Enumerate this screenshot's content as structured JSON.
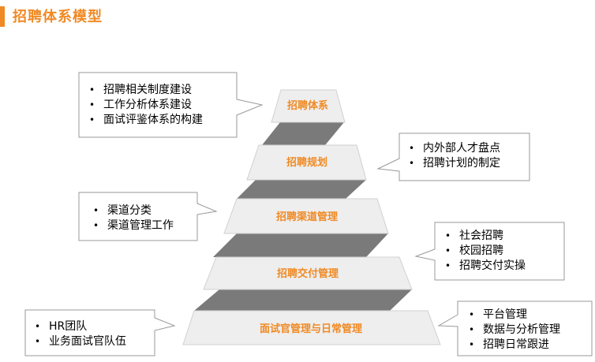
{
  "title": "招聘体系模型",
  "colors": {
    "accent": "#f08a24",
    "tier_fill": "#eeeeee",
    "connector": "#7a7a7a",
    "border": "#9a9a9a"
  },
  "tiers": [
    {
      "label": "招聘体系"
    },
    {
      "label": "招聘规划"
    },
    {
      "label": "招聘渠道管理"
    },
    {
      "label": "招聘交付管理"
    },
    {
      "label": "面试官管理与日常管理"
    }
  ],
  "callouts": {
    "system": [
      "招聘相关制度建设",
      "工作分析体系建设",
      "面试评鉴体系的构建"
    ],
    "planning": [
      "内外部人才盘点",
      "招聘计划的制定"
    ],
    "channel": [
      "渠道分类",
      "渠道管理工作"
    ],
    "delivery": [
      "社会招聘",
      "校园招聘",
      "招聘交付实操"
    ],
    "interviewer_left": [
      "HR团队",
      "业务面试官队伍"
    ],
    "interviewer_right": [
      "平台管理",
      "数据与分析管理",
      "招聘日常跟进"
    ]
  }
}
